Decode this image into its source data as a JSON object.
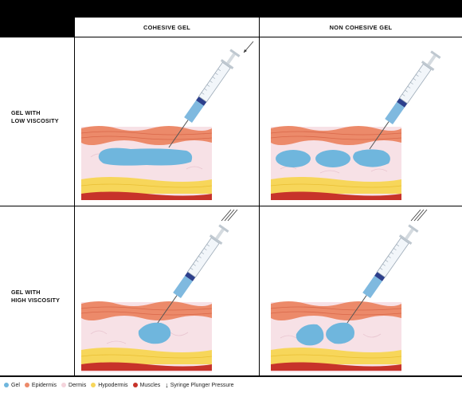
{
  "headers": {
    "col1": "COHESIVE GEL",
    "col2": "NON COHESIVE GEL"
  },
  "rows": {
    "row1_line1": "GEL WITH",
    "row1_line2": "LOW VISCOSITY",
    "row2_line1": "GEL WITH",
    "row2_line2": "HIGH VISCOSITY"
  },
  "legend": {
    "items": [
      {
        "label": "Gel",
        "color": "#6fb6dd"
      },
      {
        "label": "Epidermis",
        "color": "#ec8a6a"
      },
      {
        "label": "Dermis",
        "color": "#f4d4dc"
      },
      {
        "label": "Hypodermis",
        "color": "#f7d65a"
      },
      {
        "label": "Muscles",
        "color": "#c7332a"
      }
    ],
    "pressure_label": "Syringe Plunger Pressure"
  },
  "colors": {
    "gel": "#6fb6dd",
    "epidermis": "#ec8a6a",
    "dermis": "#f7e1e6",
    "hypodermis": "#f7d65a",
    "muscle": "#c7332a",
    "syringe_blue": "#7fb9df",
    "syringe_band": "#2c3f8c"
  }
}
